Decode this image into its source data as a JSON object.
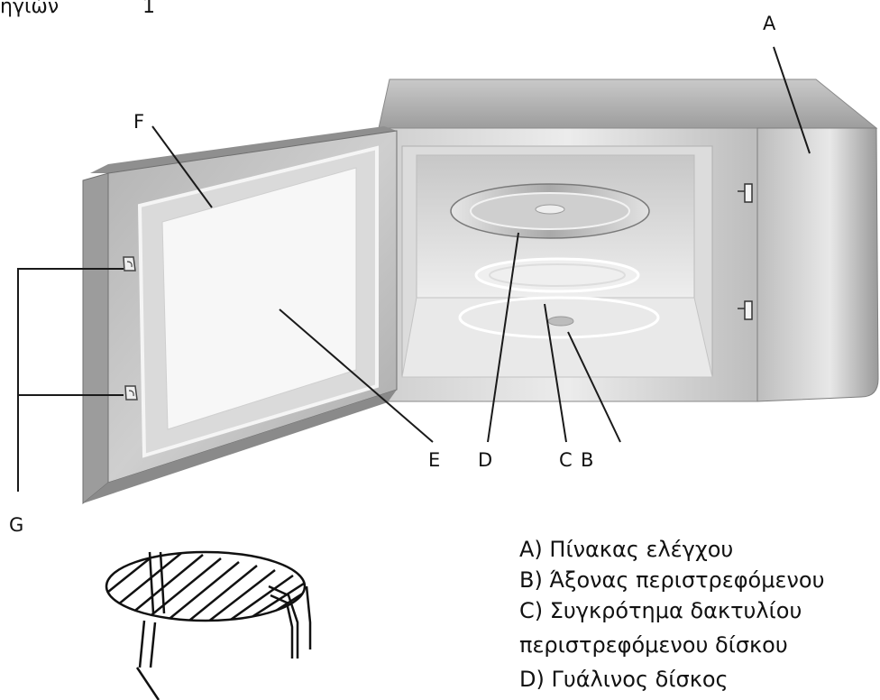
{
  "header": {
    "fragment": "ηγιών",
    "number": "1"
  },
  "callouts": {
    "A": "A",
    "B": "B",
    "C": "C",
    "D": "D",
    "E": "E",
    "F": "F",
    "G": "G"
  },
  "legend": {
    "a": "A)  Πίνακας ελέγχου",
    "b": "B)  Άξονας περιστρεφόμενου",
    "c1": "C)  Συγκρότημα δακτυλίου",
    "c2": "περιστρεφόμενου δίσκου",
    "d": "D) Γυάλινος δίσκος"
  },
  "colors": {
    "line": "#1a1a1a",
    "body_light": "#e2e2e2",
    "body_mid": "#b9b9b9",
    "body_dark": "#8f8f8f",
    "cavity": "#d9d9d9"
  }
}
